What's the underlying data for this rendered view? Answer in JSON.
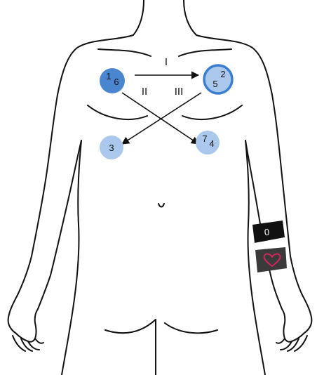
{
  "leads": {
    "lead_1": "I",
    "lead_2": "II",
    "lead_3": "III"
  },
  "electrodes": {
    "right_shoulder": {
      "top": "1",
      "bottom": "6"
    },
    "left_shoulder": {
      "top": "2",
      "bottom": "5"
    },
    "right_lower": {
      "label": "3"
    },
    "left_lower": {
      "top": "7",
      "bottom": "4"
    }
  },
  "armband": {
    "counter": "0",
    "icon": "heart-icon"
  },
  "colors": {
    "electrode_dark": "#4a86cf",
    "electrode_light": "#a9c8ec",
    "electrode_ring": "#3b7dd0",
    "band": "#111111",
    "heart": "#e0245e",
    "outline": "#111111"
  }
}
